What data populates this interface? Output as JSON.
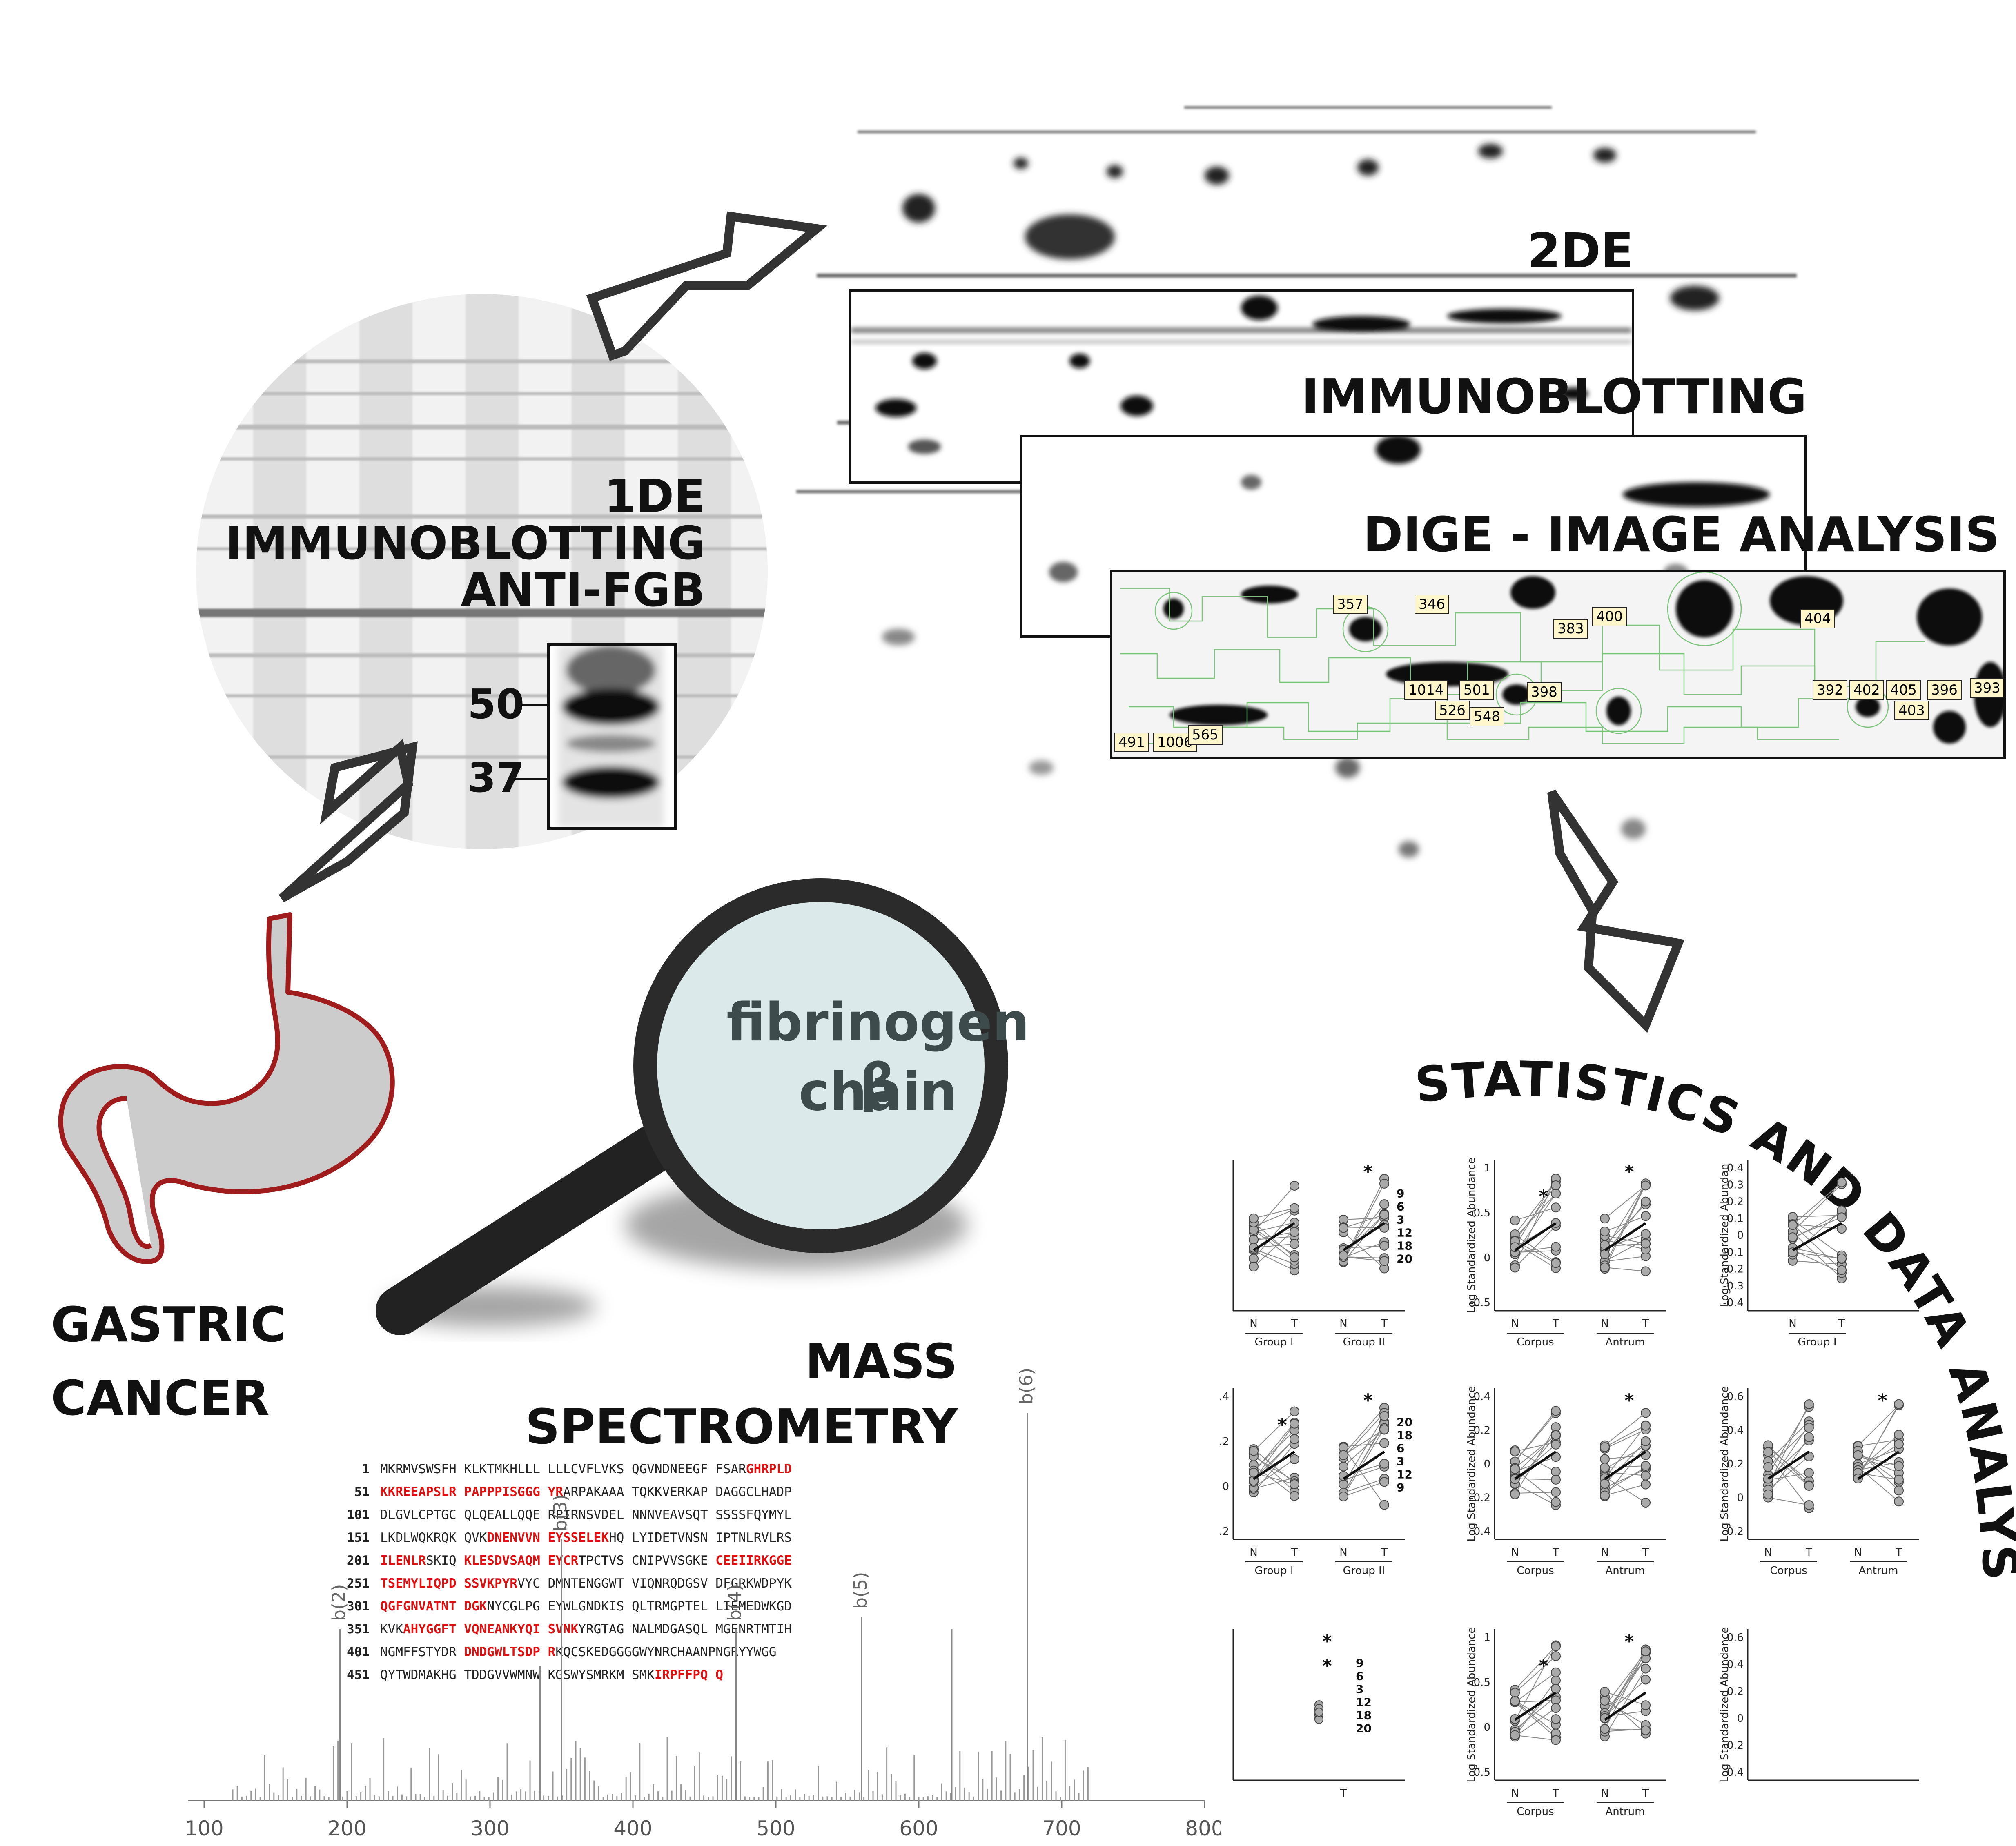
{
  "labels": {
    "oned_line1": "1DE",
    "oned_line2": "IMMUNOBLOTTING",
    "oned_line3": "ANTI-FGB",
    "marker_50": "50",
    "marker_37": "37",
    "twode": "2DE",
    "immunoblotting": "IMMUNOBLOTTING",
    "dige": "DIGE - IMAGE ANALYSIS",
    "gastric_line1": "GASTRIC",
    "gastric_line2": "CANCER",
    "magnifier_line1": "fibrinogen β",
    "magnifier_line2": "chain",
    "ms_line1": "MASS",
    "ms_line2": "SPECTROMETRY",
    "stats_title": "STATISTICS AND DATA ANALYSIS"
  },
  "colors": {
    "stomach_fill": "#cccccc",
    "stomach_outline": "#a01c1c",
    "lens_fill": "#dbe9ea",
    "sequence_highlight": "#e01010",
    "spot_outline": "#7cc47c",
    "spot_label_bg": "#fff6cc"
  },
  "spot_labels": [
    "357",
    "346",
    "383",
    "400",
    "404",
    "1014",
    "501",
    "526",
    "548",
    "398",
    "392",
    "402",
    "405",
    "396",
    "393",
    "403",
    "491",
    "1006",
    "565"
  ],
  "sequence": [
    {
      "num": "1",
      "g": [
        [
          "MKRMVSWSFH",
          ""
        ],
        [
          "KLKTMKHLLL",
          ""
        ],
        [
          "LLLCVFLVKS",
          ""
        ],
        [
          "QGVNDNEEGF",
          ""
        ],
        [
          "FSAR",
          "GHRPLD"
        ]
      ]
    },
    {
      "num": "51",
      "g": [
        [
          "",
          "KKREEAPSLR"
        ],
        [
          "",
          "PAPPPISGGG"
        ],
        [
          "",
          "YR"
        ],
        [
          "ARPAKAAA",
          ""
        ],
        [
          "TQKKVERKAP",
          ""
        ],
        [
          "DAGGCLHADP",
          ""
        ]
      ]
    },
    {
      "num": "101",
      "g": [
        [
          "DLGVLCPTGC",
          ""
        ],
        [
          "QLQEALLQQE",
          ""
        ],
        [
          "RPIRNSVDEL",
          ""
        ],
        [
          "NNNVEAVSQT",
          ""
        ],
        [
          "SSSSFQYMYL",
          ""
        ]
      ]
    },
    {
      "num": "151",
      "g": [
        [
          "LKDLWQKRQK",
          ""
        ],
        [
          "QVK",
          "DNENVVN"
        ],
        [
          "",
          "EYSSELEK"
        ],
        [
          "HQ",
          ""
        ],
        [
          "LYIDETVNSN",
          ""
        ],
        [
          "IPTNLRVLRS",
          ""
        ]
      ]
    },
    {
      "num": "201",
      "g": [
        [
          "",
          "ILENLR"
        ],
        [
          "SKIQ",
          ""
        ],
        [
          "",
          "KLESDVSAQM"
        ],
        [
          "",
          "EYCR"
        ],
        [
          "TPCTVS",
          ""
        ],
        [
          "CNIPVVSGKE",
          ""
        ],
        [
          "",
          "CEEIIR"
        ],
        [
          "",
          "KGGE"
        ]
      ]
    },
    {
      "num": "251",
      "g": [
        [
          "",
          "TSEMYLIQPD"
        ],
        [
          "",
          "SSVKPYR"
        ],
        [
          "VYC",
          ""
        ],
        [
          "DMNTENGGWT",
          ""
        ],
        [
          "VIQNRQDGSV",
          ""
        ],
        [
          "DFGRKWDPYK",
          ""
        ]
      ]
    },
    {
      "num": "301",
      "g": [
        [
          "",
          "QGFGNVATNT"
        ],
        [
          "",
          "DGK"
        ],
        [
          "NYCGLPG",
          ""
        ],
        [
          "EYWLGNDKIS",
          ""
        ],
        [
          "QLTRMGPTEL",
          ""
        ],
        [
          "LIEMEDWKGD",
          ""
        ]
      ]
    },
    {
      "num": "351",
      "g": [
        [
          "KVK",
          ""
        ],
        [
          "",
          "AHYGGFT"
        ],
        [
          "",
          "VQNEANKYQI"
        ],
        [
          "",
          "SVNK"
        ],
        [
          "YRGTAG",
          ""
        ],
        [
          "NALMDGASQL",
          ""
        ],
        [
          "MGENRTMTIH",
          ""
        ]
      ]
    },
    {
      "num": "401",
      "g": [
        [
          "NGMFFSTYDR",
          ""
        ],
        [
          "",
          "DNDGWLTSDP"
        ],
        [
          "",
          "R"
        ],
        [
          "KQCSKEDGGG",
          ""
        ],
        [
          "GWYNRCHAAN",
          ""
        ],
        [
          "PNGRYYWGG",
          ""
        ]
      ]
    },
    {
      "num": "451",
      "g": [
        [
          "QYTWDMAKHG",
          ""
        ],
        [
          "TDDGVVWMNW",
          ""
        ],
        [
          "KGSWYSMRKM",
          ""
        ],
        [
          "SMK",
          "IRPFFPQ"
        ],
        [
          "",
          "Q"
        ]
      ]
    }
  ],
  "spectrum": {
    "xticks": [
      "100",
      "200",
      "300",
      "400",
      "500",
      "600",
      "700",
      "800"
    ],
    "ion_labels": [
      "b(2)",
      "b(3)",
      "b(4)",
      "b(5)",
      "b(6)"
    ]
  },
  "stats_panels": [
    {
      "ylabel": "",
      "yticks": [],
      "xlabels": [
        "N",
        "T",
        "N",
        "T"
      ],
      "groups": [
        "Group I",
        "Group II"
      ],
      "stars": [
        "*"
      ],
      "annot": [
        "9",
        "6",
        "3",
        "12",
        "18",
        "20"
      ]
    },
    {
      "ylabel": "Log Standardized Abundance",
      "yticks": [
        "1",
        "0.5",
        "0",
        "-0.5"
      ],
      "xlabels": [
        "N",
        "T",
        "N",
        "T"
      ],
      "groups": [
        "Corpus",
        "Antrum"
      ],
      "stars": [
        "*",
        "*"
      ],
      "annot": []
    },
    {
      "ylabel": "Log Standardized Abundan",
      "yticks": [
        "0.4",
        "0.3",
        "0.2",
        "0.1",
        "0",
        "-0.1",
        "-0.2",
        "-0.3",
        "-0.4"
      ],
      "xlabels": [
        "N",
        "T"
      ],
      "groups": [
        "Group I"
      ],
      "stars": [],
      "annot": []
    },
    {
      "ylabel": "",
      "yticks": [
        ".4",
        ".2",
        "0",
        ".2"
      ],
      "xlabels": [
        "N",
        "T",
        "N",
        "T"
      ],
      "groups": [
        "Group I",
        "Group II"
      ],
      "stars": [
        "*",
        "*"
      ],
      "annot": [
        "20",
        "18",
        "6",
        "3",
        "12",
        "9"
      ]
    },
    {
      "ylabel": "Log Standardized Abundance",
      "yticks": [
        "0.4",
        "0.2",
        "0",
        "-0.2",
        "-0.4"
      ],
      "xlabels": [
        "N",
        "T",
        "N",
        "T"
      ],
      "groups": [
        "Corpus",
        "Antrum"
      ],
      "stars": [
        "*"
      ],
      "annot": []
    },
    {
      "ylabel": "Log Standardized Abundance",
      "yticks": [
        "0.6",
        "0.4",
        "0.2",
        "0",
        "-0.2"
      ],
      "xlabels": [
        "N",
        "T",
        "N",
        "T"
      ],
      "groups": [
        "Corpus",
        "Antrum"
      ],
      "stars": [
        "*"
      ],
      "annot": []
    },
    {
      "ylabel": "",
      "yticks": [],
      "xlabels": [
        "T"
      ],
      "groups": [],
      "stars": [
        "*",
        "*"
      ],
      "annot": [
        "9",
        "6",
        "3",
        "12",
        "18",
        "20"
      ]
    },
    {
      "ylabel": "Log Standardized Abundance",
      "yticks": [
        "1",
        "0.5",
        "0",
        "-0.5"
      ],
      "xlabels": [
        "N",
        "T",
        "N",
        "T"
      ],
      "groups": [
        "Corpus",
        "Antrum"
      ],
      "stars": [
        "*",
        "*"
      ],
      "annot": []
    },
    {
      "ylabel": "Log Standardized Abundance",
      "yticks": [
        "0.6",
        "0.4",
        "0.2",
        "0",
        "-0.2",
        "-0.4"
      ],
      "xlabels": [],
      "groups": [],
      "stars": [],
      "annot": []
    }
  ]
}
